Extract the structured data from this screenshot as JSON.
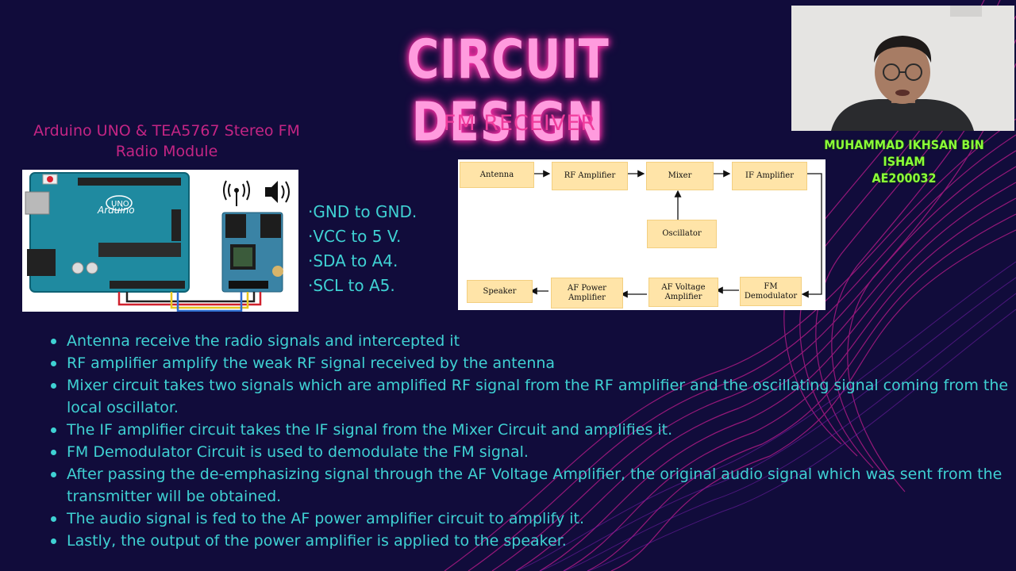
{
  "slide": {
    "title": "CIRCUIT DESIGN",
    "subtitle": "FM RECEIVER",
    "arduino_caption_line1": "Arduino UNO & TEA5767 Stereo FM",
    "arduino_caption_line2": "Radio Module",
    "connections": [
      "·GND to GND.",
      "·VCC to 5 V.",
      "·SDA to A4.",
      "·SCL to A5."
    ],
    "presenter_name": "MUHAMMAD IKHSAN BIN ISHAM",
    "presenter_id": "AE200032"
  },
  "arduino_image": {
    "board_logo": "UNO",
    "board_brand": "Arduino",
    "icons": [
      "antenna-icon",
      "speaker-icon"
    ]
  },
  "block_diagram": {
    "blocks": [
      "Antenna",
      "RF Amplifier",
      "Mixer",
      "IF Amplifier",
      "Oscillator",
      "Speaker",
      "AF Power Amplifier",
      "AF Voltage Amplifier",
      "FM Demodulator"
    ]
  },
  "bullets": [
    "Antenna receive the radio signals and intercepted it",
    "RF amplifier amplify the weak RF signal received by the antenna",
    "Mixer circuit takes two signals which are amplified RF signal from the RF amplifier and the oscillating signal coming from the local oscillator.",
    "The IF amplifier circuit takes the IF signal from the Mixer Circuit and amplifies it.",
    "FM Demodulator Circuit is used to demodulate the FM signal.",
    "After passing the de-emphasizing signal through the AF Voltage Amplifier, the original audio signal which was sent from the transmitter will be obtained.",
    "The audio signal is fed to the AF power amplifier circuit to amplify it.",
    "Lastly, the output of the power amplifier is applied to the speaker."
  ],
  "colors": {
    "background": "#110c3b",
    "title": "#ff9bde",
    "accent_pink": "#f03c9c",
    "body_text": "#3fd1d3",
    "presenter_text": "#8bff38",
    "diagram_block": "#ffe4a8"
  }
}
